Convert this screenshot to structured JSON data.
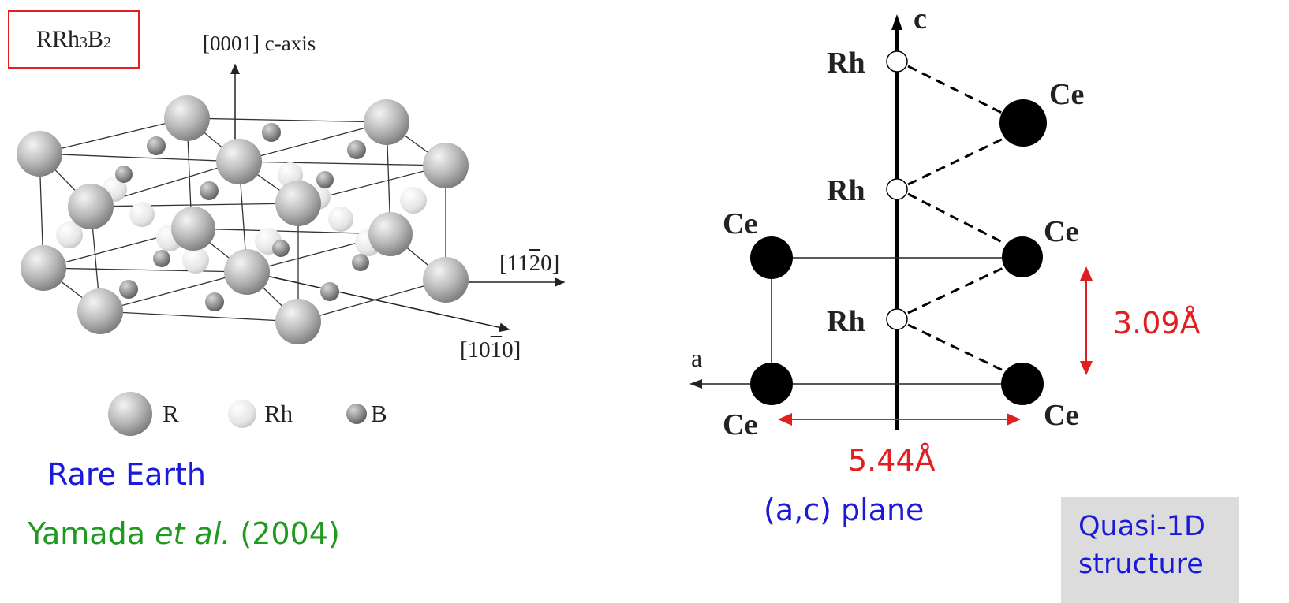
{
  "left": {
    "formula": {
      "main": "RRh",
      "sub1": "3",
      "mid": "B",
      "sub2": "2"
    },
    "axis_c_label": "[0001] c-axis",
    "axis_1120": {
      "pre": "[11",
      "bar": "2",
      "post": "0]"
    },
    "axis_1010": {
      "pre": "[10",
      "bar": "1",
      "post": "0]"
    },
    "legend": [
      {
        "symbol": "large-sphere",
        "label": "R"
      },
      {
        "symbol": "light-sphere",
        "label": "Rh"
      },
      {
        "symbol": "small-sphere",
        "label": "B"
      }
    ],
    "rare_earth": "Rare Earth",
    "citation": {
      "author": "Yamada ",
      "etal": "et al.",
      "year": " (2004)"
    }
  },
  "right": {
    "axis_c": "c",
    "axis_a": "a",
    "atoms": {
      "rh_top": "Rh",
      "rh_mid": "Rh",
      "rh_low": "Rh",
      "ce_top_right": "Ce",
      "ce_mid_right": "Ce",
      "ce_mid_left": "Ce",
      "ce_bottom_right": "Ce",
      "ce_bottom_left": "Ce"
    },
    "dim_c": "3.09Å",
    "dim_a": "5.44Å",
    "plane": "(a,c) plane",
    "note": [
      "Quasi-1D",
      "structure"
    ]
  },
  "colors": {
    "red": "#e02020",
    "blue": "#1a1ad8",
    "green": "#1e9a1e",
    "grey_box": "#dcdcdc"
  }
}
